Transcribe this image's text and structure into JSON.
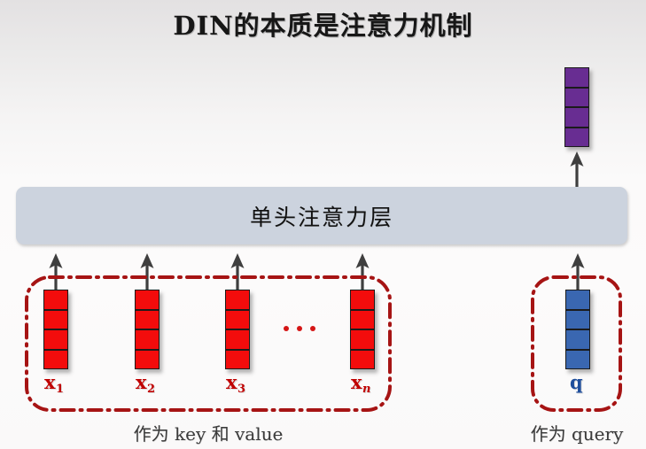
{
  "slide": {
    "title": "DIN的本质是注意力机制",
    "background_top_color": "#e3e1e2",
    "background_bottom_color": "#fbfafa"
  },
  "attention_layer": {
    "label": "单头注意力层",
    "fill_color": "#ccd3de"
  },
  "output_vector": {
    "name": "output-vector",
    "color": "#682d92",
    "cells": 4
  },
  "key_value_group": {
    "caption": "作为 key 和 value",
    "border_color": "#a01414",
    "vectors": [
      {
        "label": "x",
        "sub": "1",
        "sub_italic": false,
        "color": "#f30c0c",
        "cells": 4
      },
      {
        "label": "x",
        "sub": "2",
        "sub_italic": false,
        "color": "#f30c0c",
        "cells": 4
      },
      {
        "label": "x",
        "sub": "3",
        "sub_italic": false,
        "color": "#f30c0c",
        "cells": 4
      },
      {
        "label": "x",
        "sub": "n",
        "sub_italic": true,
        "color": "#f30c0c",
        "cells": 4
      }
    ],
    "ellipsis": "• • •"
  },
  "query_group": {
    "caption": "作为 query",
    "border_color": "#a01414",
    "vector": {
      "label": "q",
      "color": "#3a67b1",
      "cells": 4
    }
  }
}
